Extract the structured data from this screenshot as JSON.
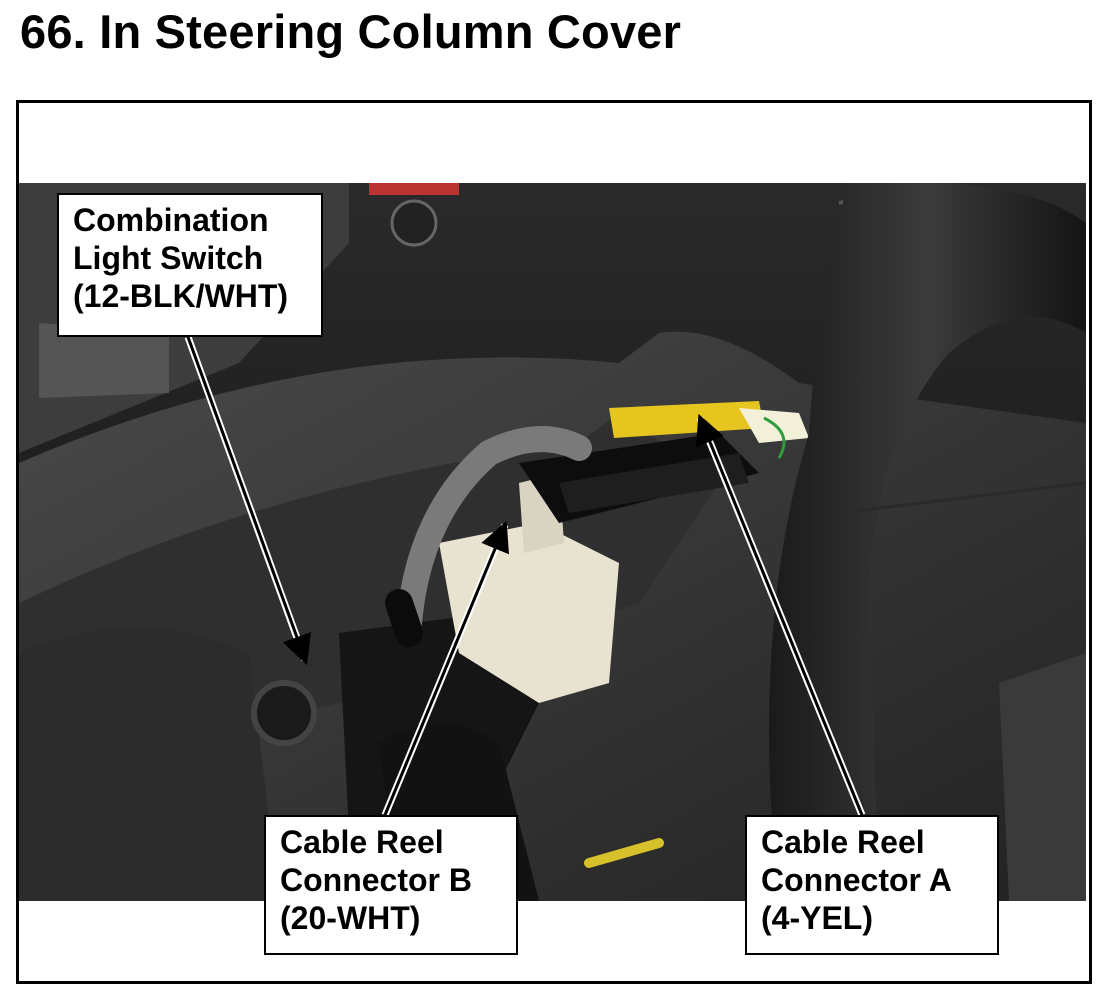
{
  "page": {
    "title": "66.  In Steering Column Cover"
  },
  "figure": {
    "callouts": {
      "combination_light_switch": {
        "line1": "Combination",
        "line2": "Light Switch",
        "line3": "(12-BLK/WHT)"
      },
      "cable_reel_b": {
        "line1": "Cable Reel",
        "line2": "Connector B",
        "line3": "(20-WHT)"
      },
      "cable_reel_a": {
        "line1": "Cable Reel",
        "line2": "Connector A",
        "line3": "(4-YEL)"
      }
    }
  }
}
